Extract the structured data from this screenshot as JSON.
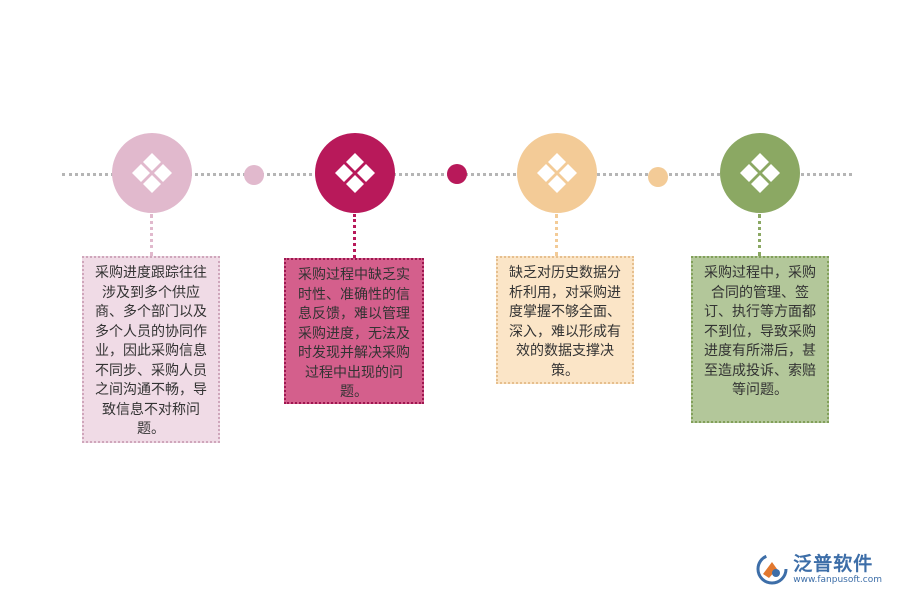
{
  "steps": [
    {
      "text": "采购进度跟踪往往涉及到多个供应商、多个部门以及多个人员的协同作业，因此采购信息不同步、采购人员之间沟通不畅，导致信息不对称问题。",
      "circle_color": "#e1b9cd",
      "card_bg": "#f0dbe6",
      "card_border": "#cfa6bb",
      "icon": "diamond-grid-icon"
    },
    {
      "text": "采购过程中缺乏实时性、准确性的信息反馈，难以管理采购进度，无法及时发现并解决采购过程中出现的问题。",
      "circle_color": "#b8195a",
      "card_bg": "#d45f8c",
      "card_border": "#9e1750",
      "icon": "diamond-grid-icon"
    },
    {
      "text": "缺乏对历史数据分析利用，对采购进度掌握不够全面、深入，难以形成有效的数据支撑决策。",
      "circle_color": "#f3cb97",
      "card_bg": "#fbe5c7",
      "card_border": "#e6bf8e",
      "icon": "diamond-grid-icon"
    },
    {
      "text": "采购过程中，采购合同的管理、签订、执行等方面都不到位，导致采购进度有所滞后，甚至造成投诉、索赔等问题。",
      "circle_color": "#8ba863",
      "card_bg": "#b3c79a",
      "card_border": "#82a05a",
      "icon": "diamond-grid-icon"
    }
  ],
  "small_dots": [
    {
      "color": "#e1b9cd"
    },
    {
      "color": "#b8195a"
    },
    {
      "color": "#f3cb97"
    }
  ],
  "logo": {
    "name": "泛普软件",
    "url": "www.fanpusoft.com",
    "color": "#3d6ea8"
  }
}
